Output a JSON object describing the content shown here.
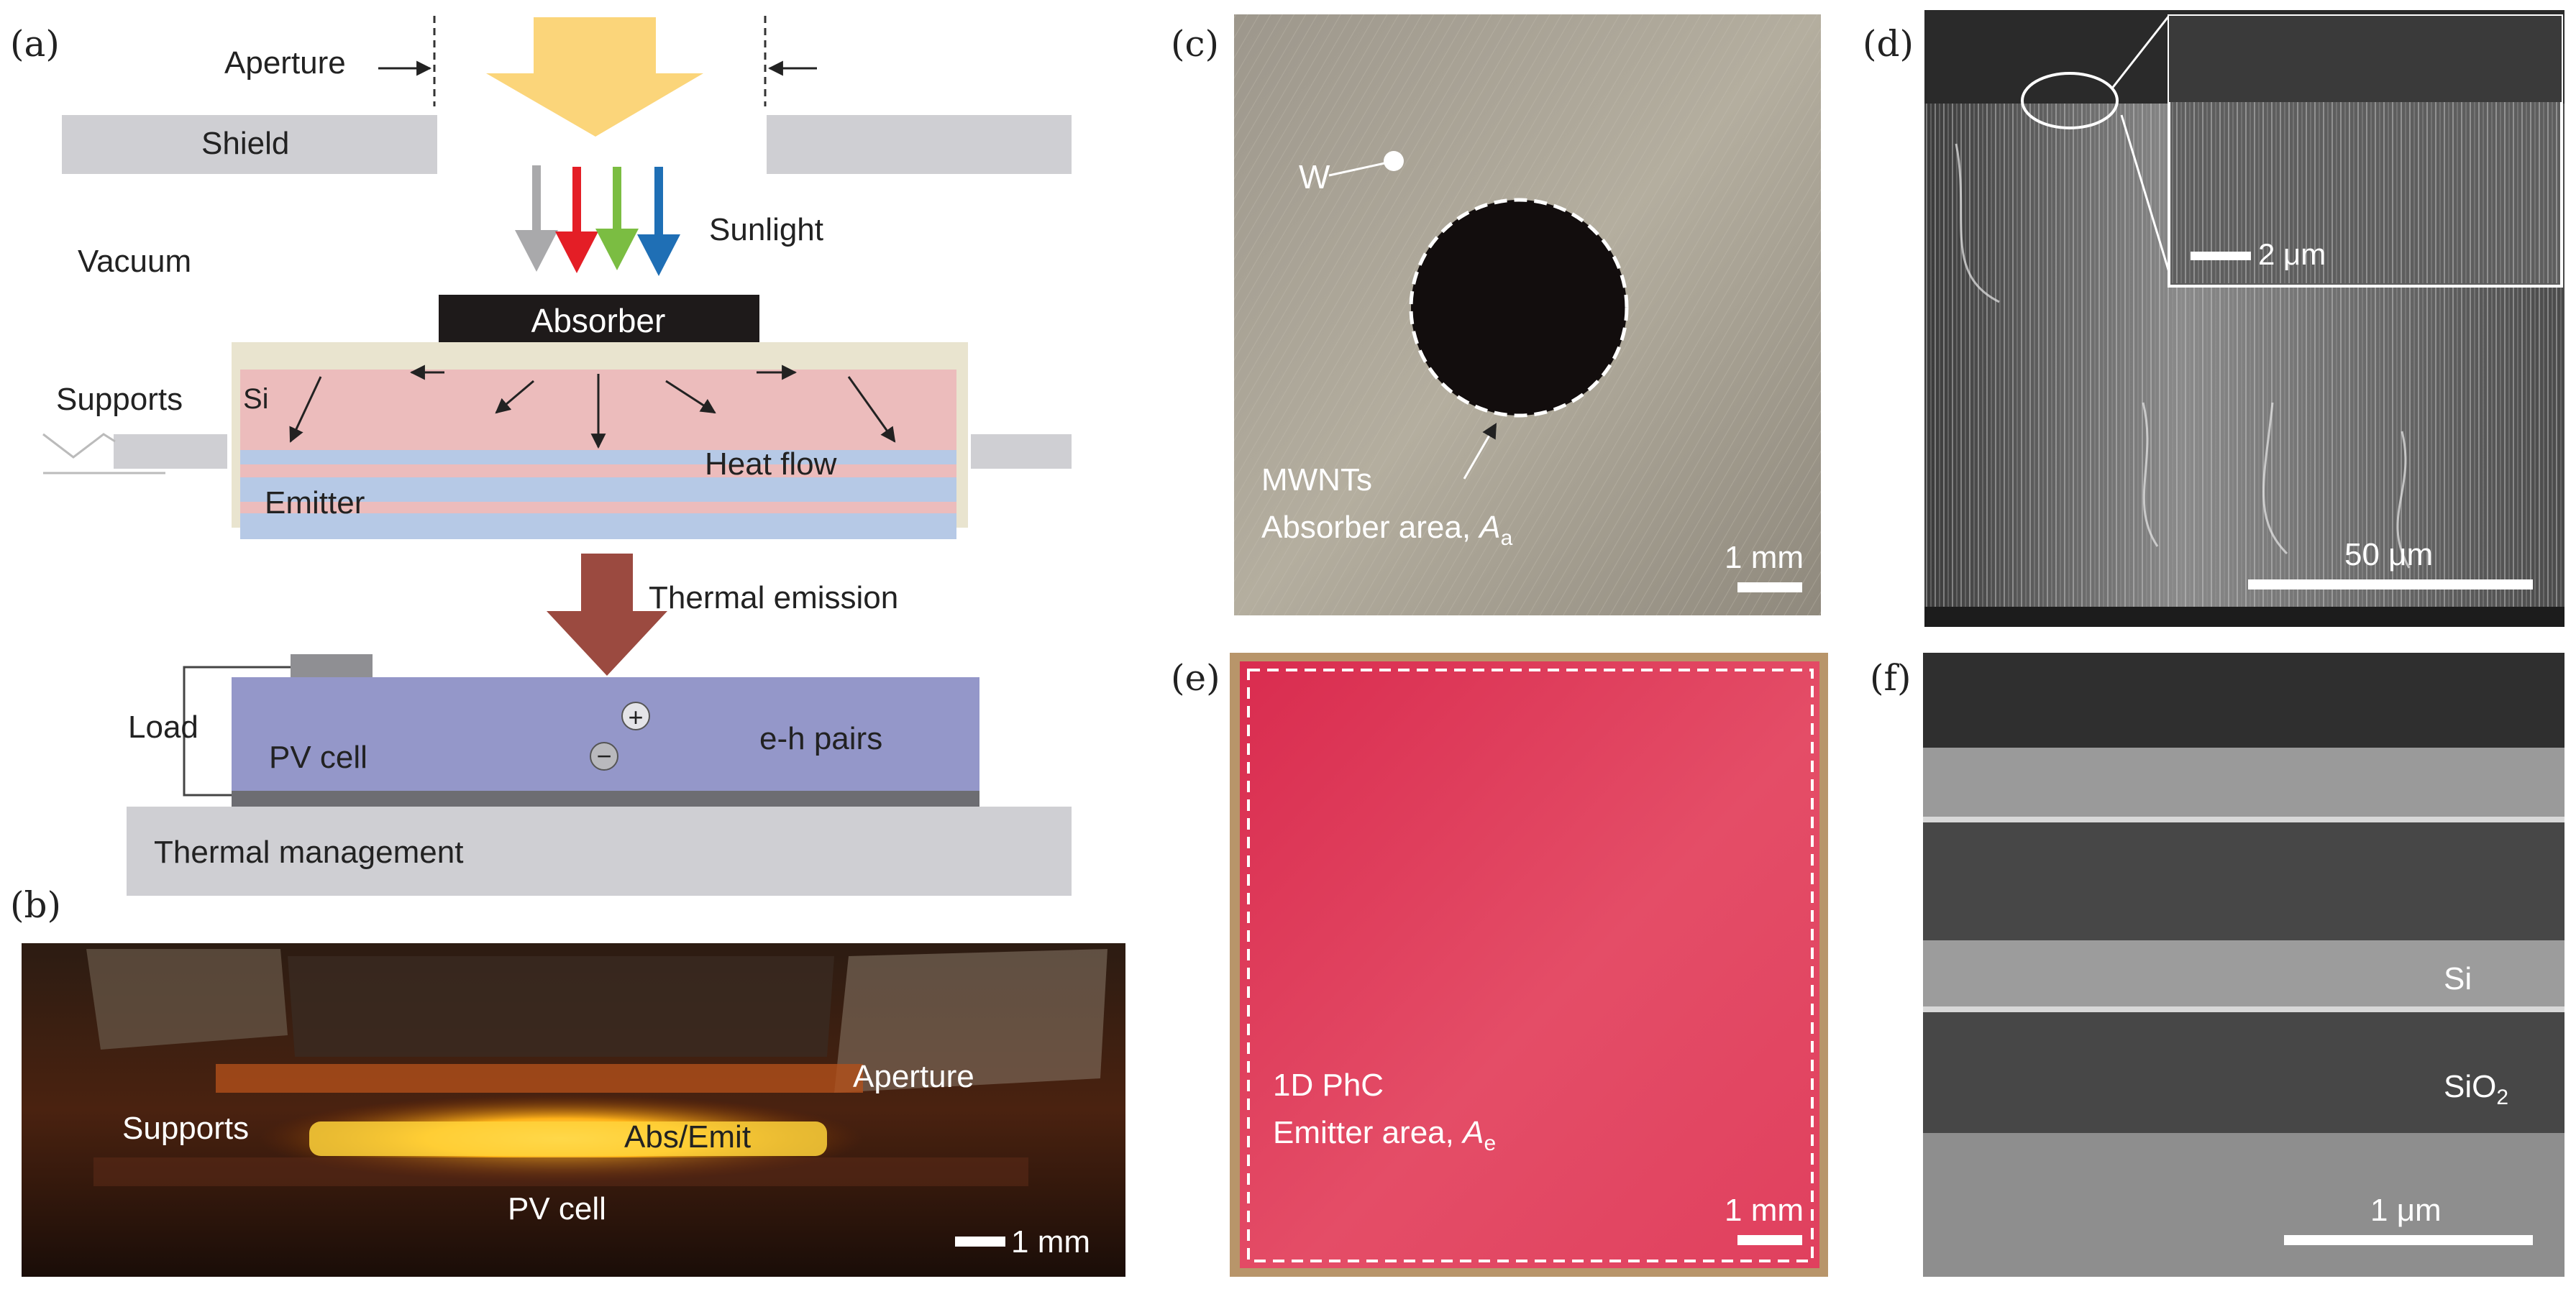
{
  "panels": {
    "a": {
      "letter": "(a)",
      "aperture": "Aperture",
      "shield": "Shield",
      "sunlight": "Sunlight",
      "vacuum": "Vacuum",
      "absorber": "Absorber",
      "supports": "Supports",
      "si": "Si",
      "heat_flow": "Heat flow",
      "emitter": "Emitter",
      "thermal_emission": "Thermal emission",
      "load": "Load",
      "pv_cell": "PV cell",
      "plus": "+",
      "minus": "−",
      "eh_pairs": "e-h pairs",
      "thermal_management": "Thermal management"
    },
    "b": {
      "letter": "(b)",
      "aperture": "Aperture",
      "supports": "Supports",
      "abs_emit": "Abs/Emit",
      "pv_cell": "PV cell",
      "scale": "1 mm"
    },
    "c": {
      "letter": "(c)",
      "w": "W",
      "mwnts": "MWNTs",
      "absorber_area": "Absorber area, ",
      "symbol": "A",
      "subscript": "a",
      "scale": "1 mm"
    },
    "d": {
      "letter": "(d)",
      "inset_scale": "2 μm",
      "scale": "50 μm"
    },
    "e": {
      "letter": "(e)",
      "phc": "1D PhC",
      "emitter_area": "Emitter area, ",
      "symbol": "A",
      "subscript": "e",
      "scale": "1 mm"
    },
    "f": {
      "letter": "(f)",
      "si": "Si",
      "sio2": "SiO",
      "sio2_sub": "2",
      "scale": "1 μm"
    }
  },
  "colors": {
    "shield": "#cfcfd3",
    "sun_arrow": "#fbd57a",
    "absorber": "#1e1a1a",
    "si_pink": "#ecbcbc",
    "emitter_blue": "#b6c9e6",
    "frame": "#e9e4cf",
    "pv_cell": "#9497c9",
    "thermal_emission": "#9b4a40",
    "emitter_sample": "#e0405e"
  }
}
